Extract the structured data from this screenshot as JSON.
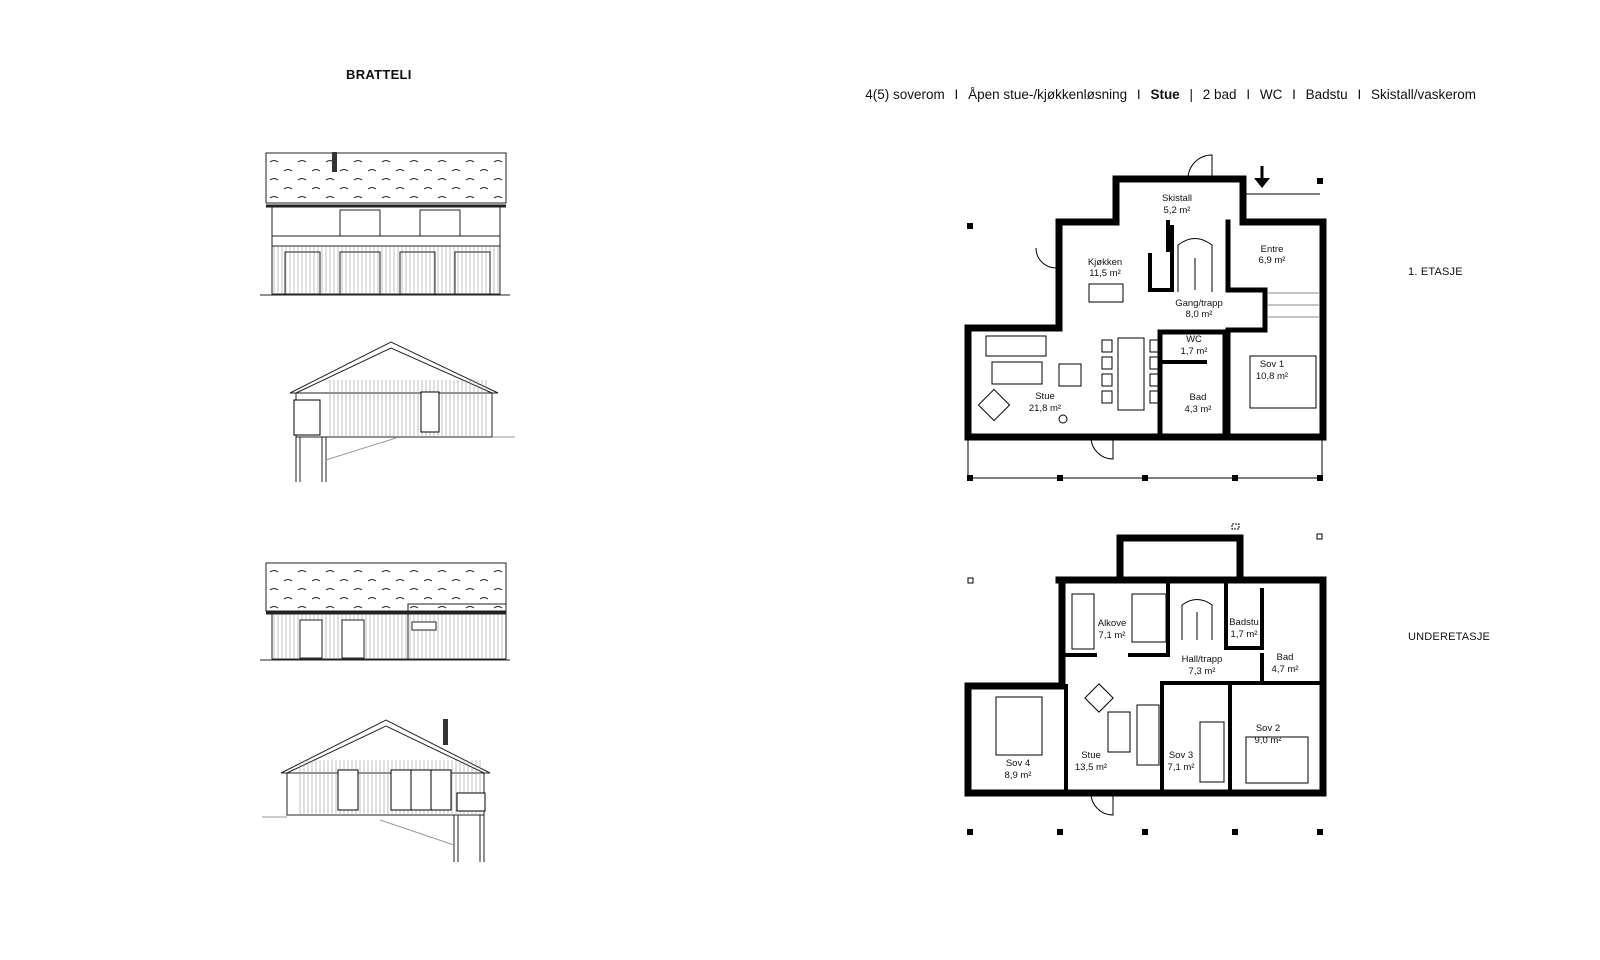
{
  "title": "BRATTELI",
  "features": [
    {
      "text": "4(5) soverom",
      "bold": false
    },
    {
      "text": "I",
      "bold": false
    },
    {
      "text": "Åpen stue-/kjøkkenløsning",
      "bold": false
    },
    {
      "text": "I",
      "bold": false
    },
    {
      "text": "Stue",
      "bold": true
    },
    {
      "text": "|",
      "bold": false
    },
    {
      "text": "2 bad",
      "bold": false
    },
    {
      "text": "I",
      "bold": false
    },
    {
      "text": "WC",
      "bold": false
    },
    {
      "text": "I",
      "bold": false
    },
    {
      "text": "Badstu",
      "bold": false
    },
    {
      "text": "I",
      "bold": false
    },
    {
      "text": "Skistall/vaskerom",
      "bold": false
    }
  ],
  "floors": {
    "first": {
      "label": "1. ETASJE",
      "rooms": [
        {
          "name": "Skistall",
          "area": "5,2 m²"
        },
        {
          "name": "Kjøkken",
          "area": "11,5 m²"
        },
        {
          "name": "Entre",
          "area": "6,9 m²"
        },
        {
          "name": "Gang/trapp",
          "area": "8,0 m²"
        },
        {
          "name": "WC",
          "area": "1,7 m²"
        },
        {
          "name": "Sov 1",
          "area": "10,8 m²"
        },
        {
          "name": "Bad",
          "area": "4,3 m²"
        },
        {
          "name": "Stue",
          "area": "21,8 m²"
        }
      ]
    },
    "basement": {
      "label": "UNDERETASJE",
      "rooms": [
        {
          "name": "Alkove",
          "area": "7,1 m²"
        },
        {
          "name": "Badstu",
          "area": "1,7 m²"
        },
        {
          "name": "Hall/trapp",
          "area": "7,3 m²"
        },
        {
          "name": "Bad",
          "area": "4,7 m²"
        },
        {
          "name": "Sov 2",
          "area": "9,0 m²"
        },
        {
          "name": "Sov 4",
          "area": "8,9 m²"
        },
        {
          "name": "Stue",
          "area": "13,5 m²"
        },
        {
          "name": "Sov 3",
          "area": "7,1 m²"
        }
      ]
    }
  },
  "icons": {
    "entrance": "arrow-down-icon"
  }
}
